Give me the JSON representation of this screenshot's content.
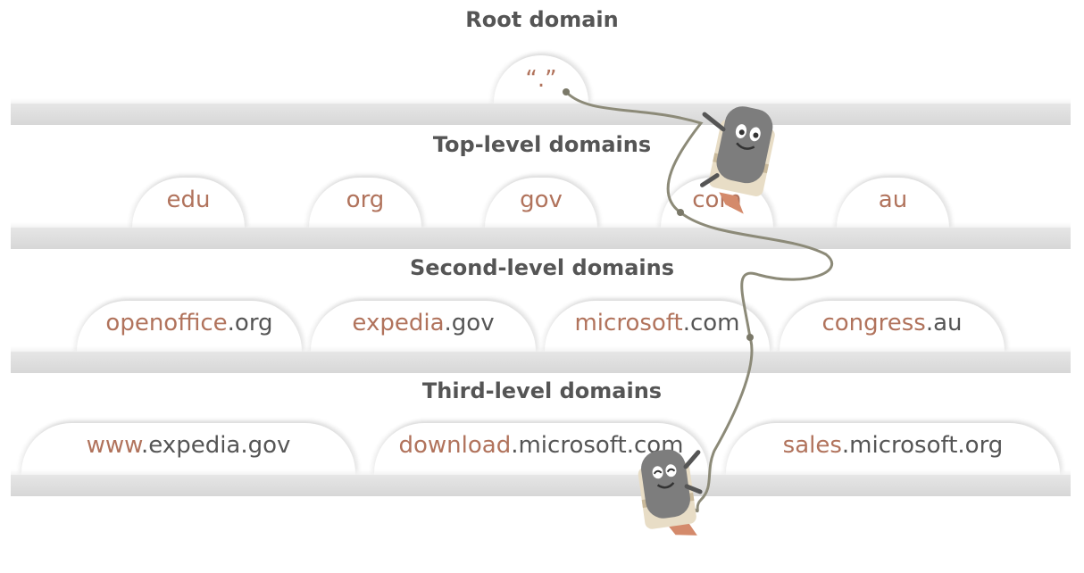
{
  "colors": {
    "label": "#555555",
    "accent": "#b1735c",
    "shelf": "#dddddd",
    "rope": "#8c8a78"
  },
  "levels": {
    "root": {
      "title": "Root domain",
      "nodes": [
        {
          "label": "“.”"
        }
      ]
    },
    "tld": {
      "title": "Top-level domains",
      "nodes": [
        {
          "label": "edu"
        },
        {
          "label": "org"
        },
        {
          "label": "gov"
        },
        {
          "label": "com"
        },
        {
          "label": "au"
        }
      ]
    },
    "second": {
      "title": "Second-level domains",
      "nodes": [
        {
          "name": "openoffice",
          "suffix": ".org"
        },
        {
          "name": "expedia",
          "suffix": ".gov"
        },
        {
          "name": "microsoft",
          "suffix": ".com"
        },
        {
          "name": "congress",
          "suffix": ".au"
        }
      ]
    },
    "third": {
      "title": "Third-level domains",
      "nodes": [
        {
          "name": "www",
          "suffix": ".expedia.gov"
        },
        {
          "name": "download",
          "suffix": ".microsoft.com"
        },
        {
          "name": "sales",
          "suffix": ".microsoft.org"
        }
      ]
    }
  },
  "icons": [
    "climber-mascot-icon",
    "rope-icon"
  ]
}
